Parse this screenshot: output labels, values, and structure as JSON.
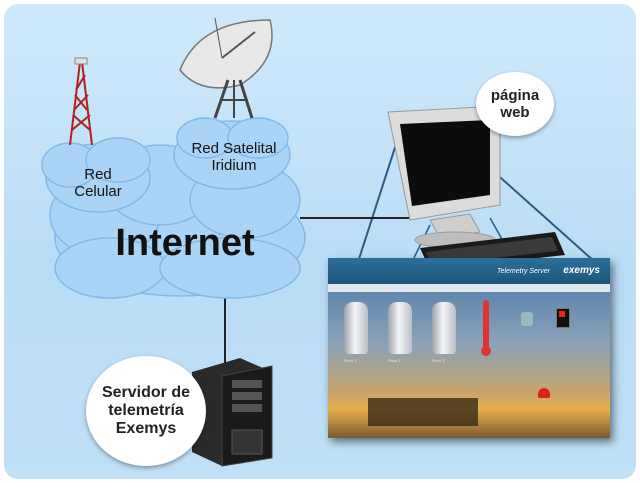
{
  "labels": {
    "red_celular": "Red\nCelular",
    "red_satelital": "Red Satelital\nIridium",
    "internet": "Internet",
    "pagina_web": "página\nweb",
    "servidor": "Servidor de\ntelemetría\nExemys"
  },
  "screen": {
    "title": "Telemetry Server",
    "brand": "exemys",
    "tank_labels": [
      "Pozo 1",
      "Pozo 2",
      "Pozo 3"
    ]
  },
  "colors": {
    "background": "#bfe0f7",
    "cloud": "#a9d4f5",
    "link_line": "#2a5b86",
    "cable": "#222222"
  }
}
